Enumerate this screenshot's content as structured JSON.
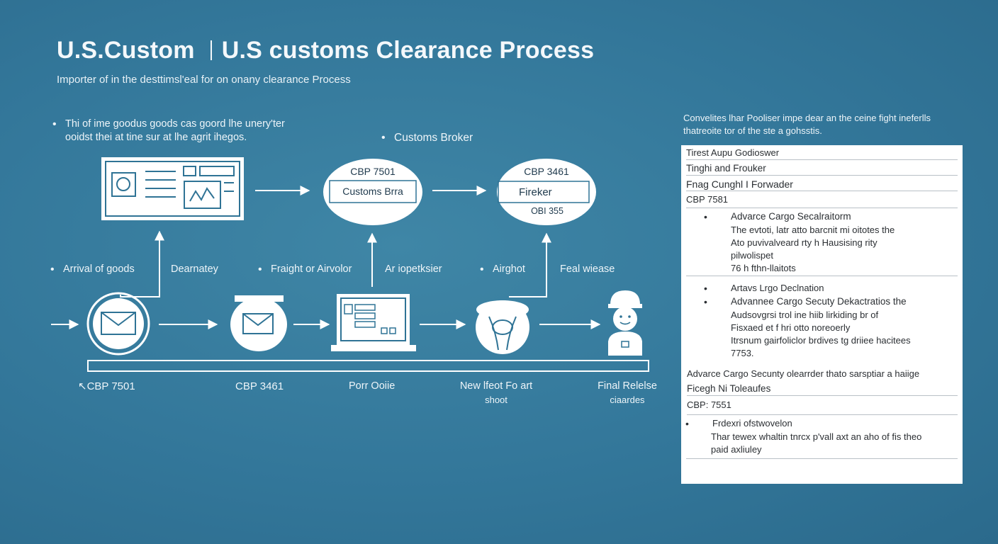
{
  "header": {
    "title_left": "U.S.Custom",
    "title_right": "U.S customs Clearance Process",
    "subtitle": "Importer of in the desttimsl'eal for on onany clearance Process"
  },
  "notes": {
    "top_left_line1": "Thi of ime goodus goods cas goord lhe unery'ter",
    "top_left_line2": "ooidst thei at tine sur at lhe agrit ihegos.",
    "customs_broker": "Customs Broker"
  },
  "ovals": [
    {
      "top": "CBP 7501",
      "box": "Customs Brra",
      "bottom": ""
    },
    {
      "top": "CBP 3461",
      "box": "Fireker",
      "bottom": "OBI 355"
    }
  ],
  "mid_labels": {
    "arrival": "Arrival of goods",
    "dearnatey": "Dearnatey",
    "freight": "Fraight or Airvolor",
    "airport_ksier": "Ar iopetksier",
    "airghot": "Airghot",
    "feal_wiease": "Feal wiease"
  },
  "bottom_labels": {
    "cbp7501": "CBP 7501",
    "cbp3461": "CBP 3461",
    "porr": "Porr Ooiie",
    "new_freight_1": "New lfeot Fo art",
    "new_freight_2": "shoot",
    "final_release_1": "Final Relelse",
    "final_release_2": "ciaardes"
  },
  "panel": {
    "intro_line1": "Convelites lhar Pooliser impe dear an the ceine fight ineferlls",
    "intro_line2": "thatreoite tor of the ste a gohsstis.",
    "r1": "Tirest Aupu Godioswer",
    "r2": "Tinghi and Frouker",
    "r3": "Fnag Cunghl I Forwader",
    "r4": "CBP 7581",
    "b1_title": "Advarce Cargo Secalraitorm",
    "b1_l1": "The evtoti, latr atto barcnit mi oitotes the",
    "b1_l2": "Ato puvivalveard rty h Hausising rity",
    "b1_l3": "pilwolispet",
    "b1_l4": "76 h fthn-llaitots",
    "b2_title": "Artavs Lrgo Declnation",
    "b3_title": "Advannee Cargo Secuty Dekactratios the",
    "b3_l1": "Audsovgrsi trol ine hiib lirkiding br of",
    "b3_l2": "Fisxaed et f hri otto noreoerly",
    "b3_l3": "Itrsnum gairfoliclor brdives tg driiee hacitees",
    "b3_l4": "7753.",
    "r5": "Advarce Cargo Secunty olearrder thato sarsptiar a haiige",
    "r6": "Ficegh Ni Toleaufes",
    "r7": "CBP: 7551",
    "b4_title": "Frdexri ofstwovelon",
    "b4_l1": "Thar tewex whaltin tnrcx p'vall axt an aho of fis theo",
    "b4_l2": "paid axliuley"
  },
  "colors": {
    "background": "#33779a",
    "icon_white": "#ffffff",
    "panel": "#ffffff"
  }
}
